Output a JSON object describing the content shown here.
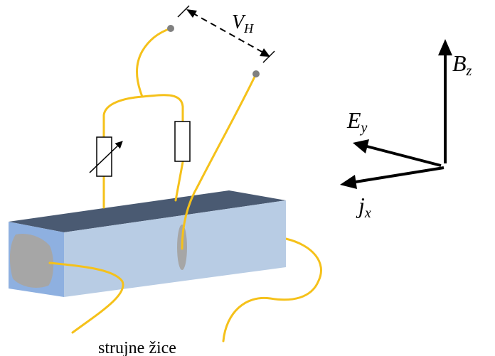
{
  "labels": {
    "hall_voltage": {
      "main": "V",
      "sub": "H"
    },
    "magnetic_field": {
      "main": "B",
      "sub": "z"
    },
    "electric_field": {
      "main": "E",
      "sub": "y"
    },
    "current_density": {
      "main": "j",
      "sub": "x"
    },
    "current_wires": "strujne žice"
  },
  "colors": {
    "wire": "#f5c11a",
    "bar_top": "#4a5a72",
    "bar_front": "#b8cce4",
    "bar_end": "#8eb0e0",
    "contact": "#a6a6a6",
    "terminal": "#808080"
  }
}
